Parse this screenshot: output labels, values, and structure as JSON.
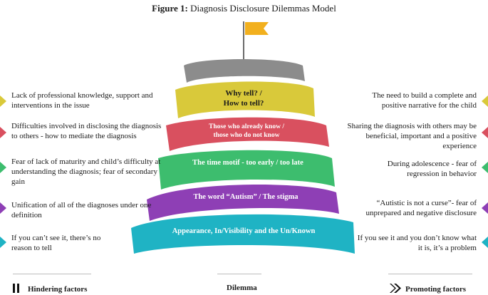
{
  "title": {
    "prefix": "Figure 1:",
    "text": "Diagnosis Disclosure Dilemmas Model"
  },
  "dilemmas": [
    {
      "line1": "Why tell? /",
      "line2": "How to tell?",
      "color": "#d9c93a"
    },
    {
      "line1": "Those who already know /",
      "line2": "those who do not know",
      "color": "#d9505f"
    },
    {
      "line1": "The time motif -  too early / too late",
      "line2": "",
      "color": "#3dbd6e"
    },
    {
      "line1": "The word “Autism” / The stigma",
      "line2": "",
      "color": "#8e3fb5"
    },
    {
      "line1": "Appearance, In/Visibility and the Un/Known",
      "line2": "",
      "color": "#1fb3c4"
    }
  ],
  "top_band_color": "#8c8c8c",
  "flag_color": "#f2b01e",
  "hindering": [
    {
      "text": "Lack of professional knowledge, support and interventions in the issue",
      "color": "#d9c93a"
    },
    {
      "text": "Difficulties involved in disclosing the diagnosis to others - how to mediate the diagnosis",
      "color": "#d9505f"
    },
    {
      "text": "Fear of lack of maturity and child’s difficulty at understanding the diagnosis; fear of secondary gain",
      "color": "#3dbd6e"
    },
    {
      "text": "Unification of all of the diagnoses under one definition",
      "color": "#8e3fb5"
    },
    {
      "text": "If you can’t see it, there’s no reason to tell",
      "color": "#1fb3c4"
    }
  ],
  "promoting": [
    {
      "text": "The need to build a complete and positive narrative for the child",
      "color": "#d9c93a"
    },
    {
      "text": "Sharing the diagnosis with others may be beneficial, important and a positive experience",
      "color": "#d9505f"
    },
    {
      "text": "During adolescence -  fear of regression in  behavior",
      "color": "#3dbd6e"
    },
    {
      "text": "“Autistic is not a curse”- fear of unprepared and negative disclosure",
      "color": "#8e3fb5"
    },
    {
      "text": "If you see it and you don’t know what it is, it’s a problem",
      "color": "#1fb3c4"
    }
  ],
  "footer": {
    "hindering": "Hindering factors",
    "dilemma": "Dilemma",
    "promoting": "Promoting factors",
    "hindering_icon": "pause-icon",
    "promoting_icon": "double-chevron-right-icon"
  }
}
